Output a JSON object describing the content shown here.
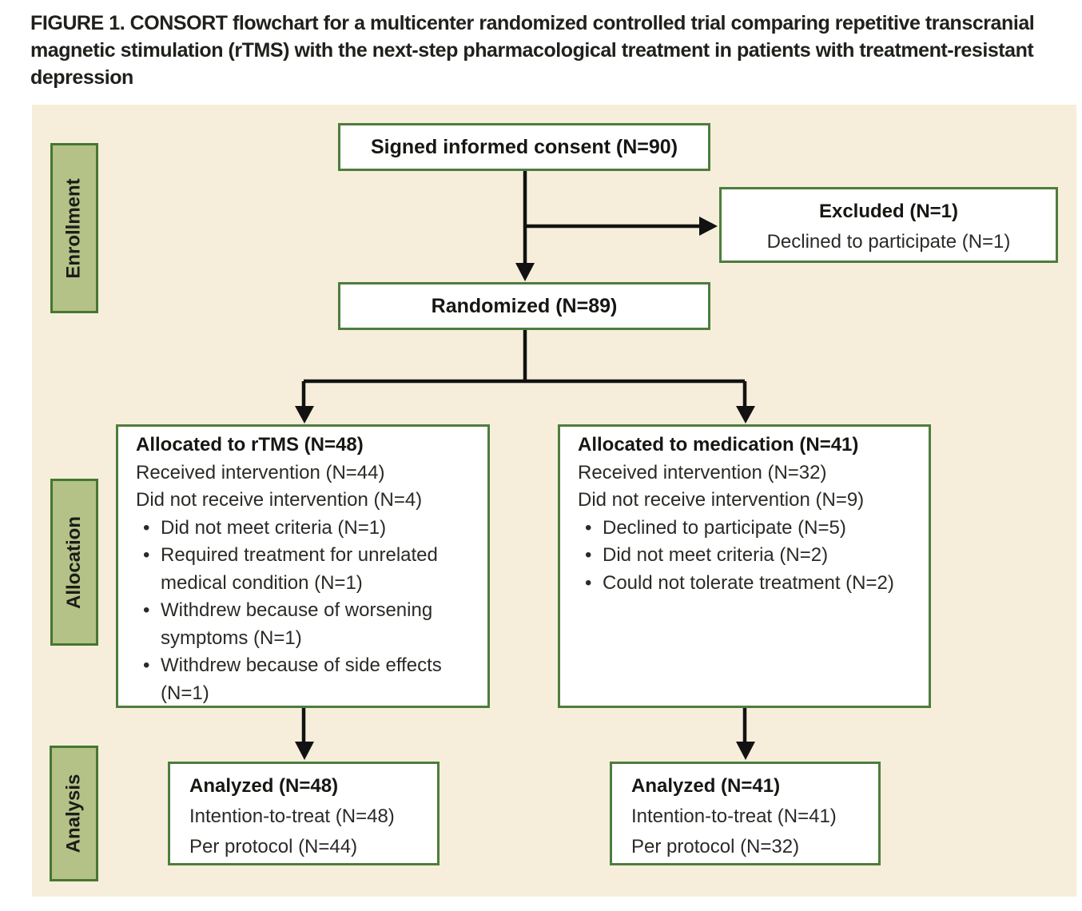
{
  "figure_title": "FIGURE 1.  CONSORT flowchart for a multicenter randomized controlled trial comparing repetitive transcranial magnetic stimulation (rTMS) with the next-step pharmacological treatment in patients with treatment-resistant depression",
  "stages": {
    "enrollment": "Enrollment",
    "allocation": "Allocation",
    "analysis": "Analysis"
  },
  "boxes": {
    "consent": {
      "title": "Signed informed consent (N=90)"
    },
    "excluded": {
      "title": "Excluded (N=1)",
      "lines": [
        "Declined to participate (N=1)"
      ]
    },
    "randomized": {
      "title": "Randomized (N=89)"
    },
    "alloc_rtms": {
      "title": "Allocated to rTMS (N=48)",
      "lines": [
        "Received intervention (N=44)",
        "Did not receive intervention (N=4)"
      ],
      "bullets": [
        "Did not meet criteria (N=1)",
        "Required treatment for unrelated medical condition (N=1)",
        "Withdrew because of worsening symptoms (N=1)",
        "Withdrew because of side effects (N=1)"
      ]
    },
    "alloc_med": {
      "title": "Allocated to medication (N=41)",
      "lines": [
        "Received intervention (N=32)",
        "Did not receive intervention (N=9)"
      ],
      "bullets": [
        "Declined to participate (N=5)",
        "Did not meet criteria (N=2)",
        "Could not tolerate treatment (N=2)"
      ]
    },
    "analyzed_rtms": {
      "title": "Analyzed (N=48)",
      "lines": [
        "Intention-to-treat (N=48)",
        "Per protocol (N=44)"
      ]
    },
    "analyzed_med": {
      "title": "Analyzed (N=41)",
      "lines": [
        "Intention-to-treat (N=41)",
        "Per protocol (N=32)"
      ]
    }
  },
  "colors": {
    "panel_bg": "#f6eedb",
    "box_border": "#4d7d3d",
    "stage_fill": "#b4c287",
    "stage_border": "#45772f",
    "arrow": "#121212",
    "text": "#2b2a26"
  }
}
